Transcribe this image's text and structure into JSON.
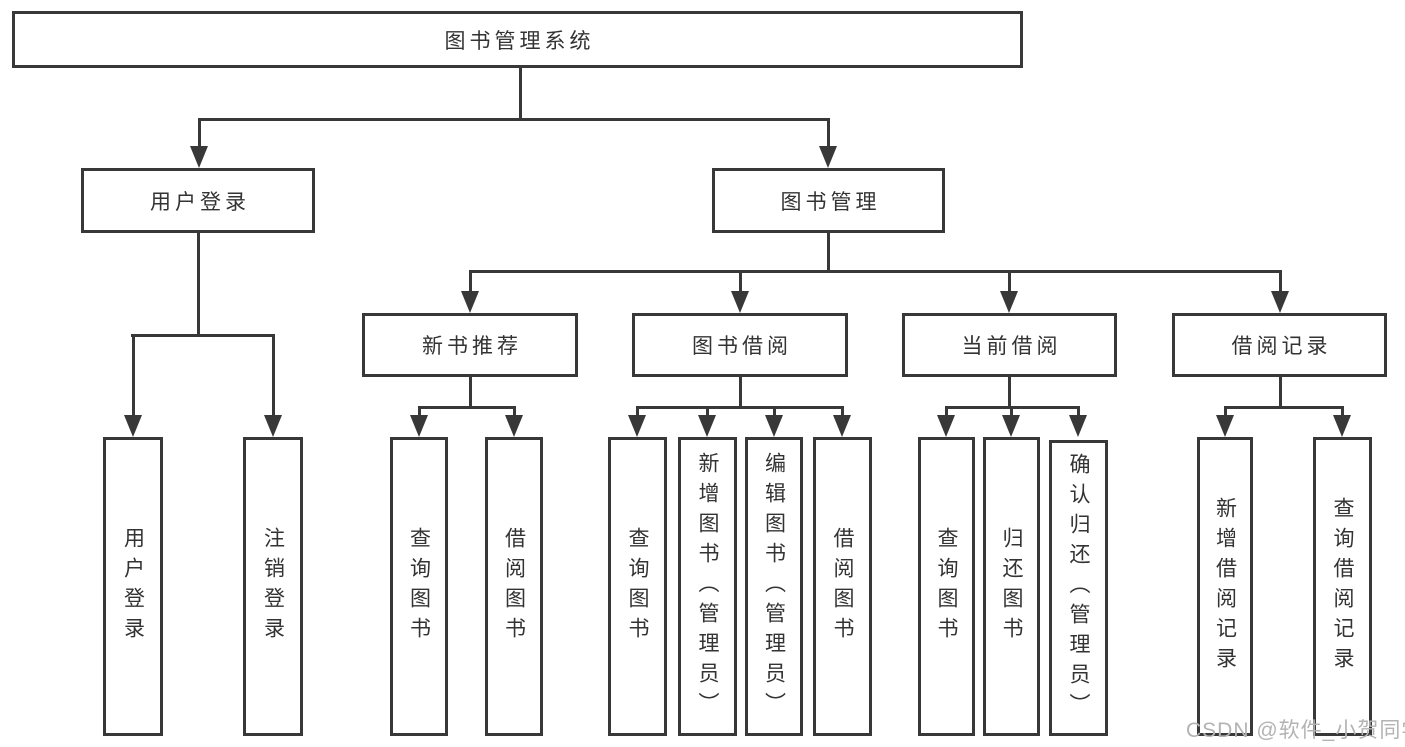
{
  "tree": {
    "root": {
      "label": "图书管理系统",
      "children": [
        {
          "label": "用户登录",
          "children": [
            {
              "label": "用户登录"
            },
            {
              "label": "注销登录"
            }
          ]
        },
        {
          "label": "图书管理",
          "children": [
            {
              "label": "新书推荐",
              "children": [
                {
                  "label": "查询图书"
                },
                {
                  "label": "借阅图书"
                }
              ]
            },
            {
              "label": "图书借阅",
              "children": [
                {
                  "label": "查询图书"
                },
                {
                  "label": "新增图书（管理员）"
                },
                {
                  "label": "编辑图书（管理员）"
                },
                {
                  "label": "借阅图书"
                }
              ]
            },
            {
              "label": "当前借阅",
              "children": [
                {
                  "label": "查询图书"
                },
                {
                  "label": "归还图书"
                },
                {
                  "label": "确认归还（管理员）"
                }
              ]
            },
            {
              "label": "借阅记录",
              "children": [
                {
                  "label": "新增借阅记录"
                },
                {
                  "label": "查询借阅记录"
                }
              ]
            }
          ]
        }
      ]
    }
  },
  "watermark": {
    "text": "CSDN @软件_小贺同学"
  },
  "colors": {
    "line": "#383838",
    "text": "#333333",
    "background": "#ffffff",
    "watermark": "#b3b3b3"
  }
}
